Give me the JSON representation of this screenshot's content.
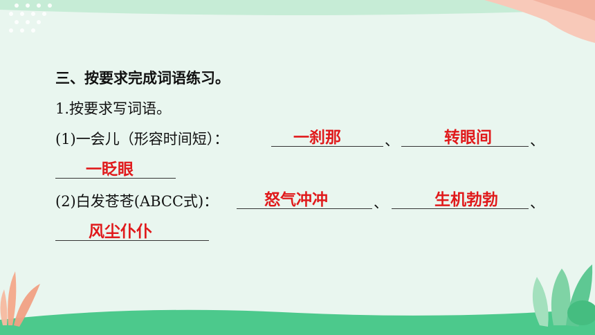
{
  "section_heading": "三、按要求完成词语练习。",
  "question_1": "1.按要求写词语。",
  "item_1": {
    "prompt": "(1)一会儿（形容时间短）：",
    "answers": [
      "一刹那",
      "转眼间",
      "一眨眼"
    ],
    "separators": [
      "、",
      "、"
    ]
  },
  "item_2": {
    "prompt": "(2)白发苍苍(ABCC式)：",
    "answers": [
      "怒气冲冲",
      "生机勃勃",
      "风尘仆仆"
    ],
    "separators": [
      "、",
      "、"
    ]
  },
  "colors": {
    "background": "#e9f6ef",
    "answer": "#e0191b",
    "top_band": "#c4ecd5",
    "bottom_band": "#49c98a",
    "corner_blob": "#f7c6b6"
  }
}
